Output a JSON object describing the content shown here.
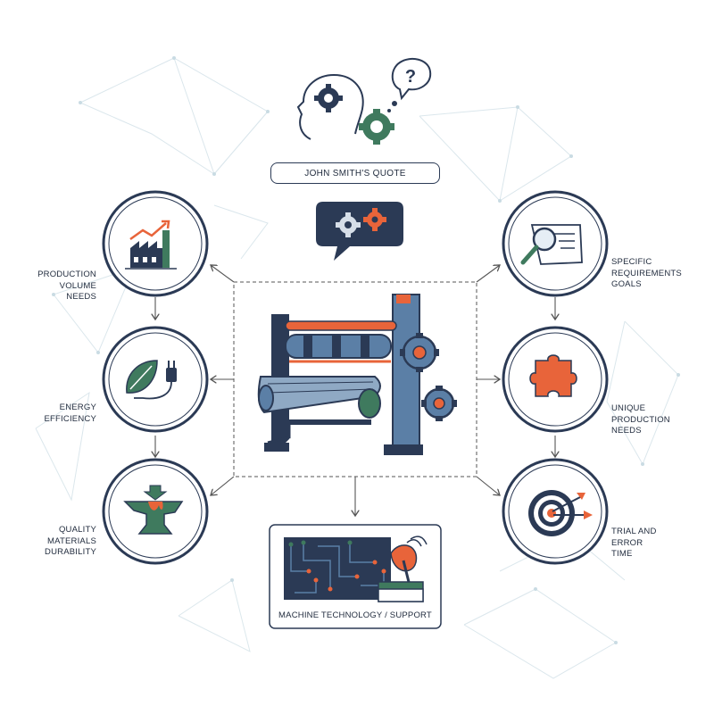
{
  "title": "JOHN SMITH'S QUOTE",
  "left_nodes": [
    {
      "lines": [
        "PRODUCTION",
        "VOLUME",
        "NEEDS"
      ],
      "icon": "factory-growth-icon"
    },
    {
      "lines": [
        "ENERGY",
        "EFFICIENCY"
      ],
      "icon": "leaf-plug-icon"
    },
    {
      "lines": [
        "QUALITY",
        "MATERIALS",
        "DURABILITY"
      ],
      "icon": "anvil-icon"
    }
  ],
  "right_nodes": [
    {
      "lines": [
        "SPECIFIC",
        "REQUIREMENTS",
        "GOALS"
      ],
      "icon": "document-magnifier-icon"
    },
    {
      "lines": [
        "UNIQUE",
        "PRODUCTION",
        "NEEDS"
      ],
      "icon": "puzzle-piece-icon"
    },
    {
      "lines": [
        "TRIAL AND",
        "ERROR",
        "TIME"
      ],
      "icon": "target-arrows-icon"
    }
  ],
  "bottom_node": {
    "label": "MACHINE TECHNOLOGY / SUPPORT",
    "icon": "circuit-satellite-icon"
  },
  "center_icon": "roller-machine-icon",
  "top_icons": [
    "head-gears-question-icon",
    "speech-bubble-gears-icon"
  ],
  "colors": {
    "navy": "#2b3a55",
    "steel": "#5b7fa6",
    "orange": "#e8643a",
    "green": "#3f7a5e",
    "line": "#9aa5b4"
  }
}
